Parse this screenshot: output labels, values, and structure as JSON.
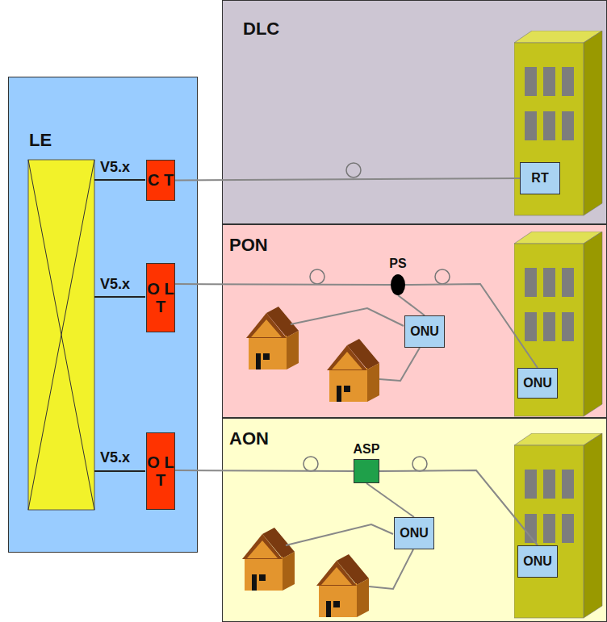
{
  "diagram": {
    "nodes": [
      {
        "text": [
          "LE"
        ]
      },
      {
        "text": [
          "C T"
        ],
        "in": 0
      },
      {
        "text": [
          "O L T"
        ],
        "in": 0
      },
      {
        "text": [
          "O L T"
        ],
        "in": 0
      },
      {
        "text": [
          "DLC"
        ]
      },
      {
        "text": [
          "RT"
        ],
        "in": 4
      },
      {
        "text": [
          "PON"
        ]
      },
      {
        "text": [
          "PS"
        ],
        "in": 6
      },
      {
        "text": [
          "ONU"
        ],
        "in": 6
      },
      {
        "text": [
          "ONU"
        ],
        "in": 6
      },
      {
        "text": [
          "AON"
        ]
      },
      {
        "text": [
          "ASP"
        ],
        "in": 10
      },
      {
        "text": [
          "ONU"
        ],
        "in": 10
      },
      {
        "text": [
          "ONU"
        ],
        "in": 10
      }
    ],
    "edges": [
      {
        "from": 1,
        "to": 5,
        "arrow": "none"
      },
      {
        "from": 2,
        "to": 7,
        "arrow": "none"
      },
      {
        "from": 7,
        "to": 8,
        "arrow": "none"
      },
      {
        "from": 7,
        "to": 9,
        "arrow": "none"
      },
      {
        "from": 3,
        "to": 11,
        "arrow": "none"
      },
      {
        "from": 11,
        "to": 12,
        "arrow": "none"
      },
      {
        "from": 11,
        "to": 13,
        "arrow": "none"
      }
    ],
    "labels": [
      "V5.x",
      "V5.x",
      "V5.x"
    ]
  }
}
